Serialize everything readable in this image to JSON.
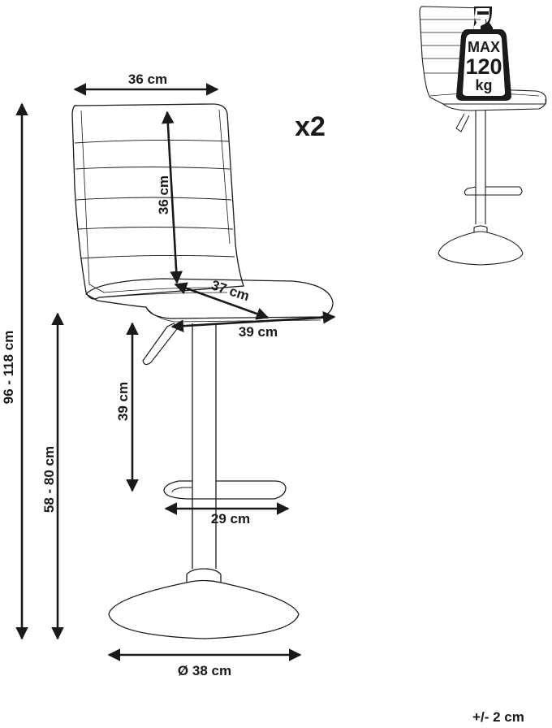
{
  "quantity": "x2",
  "dimensions": {
    "back_width": "36 cm",
    "back_height": "36 cm",
    "seat_depth": "37 cm",
    "seat_width": "39 cm",
    "seat_to_footrest": "39 cm",
    "footrest_width": "29 cm",
    "base_diameter": "Ø 38 cm",
    "seat_height": "58 - 80 cm",
    "total_height": "96 - 118 cm"
  },
  "max_load": {
    "line1": "MAX",
    "line2": "120",
    "line3": "kg"
  },
  "tolerance": "+/- 2 cm"
}
